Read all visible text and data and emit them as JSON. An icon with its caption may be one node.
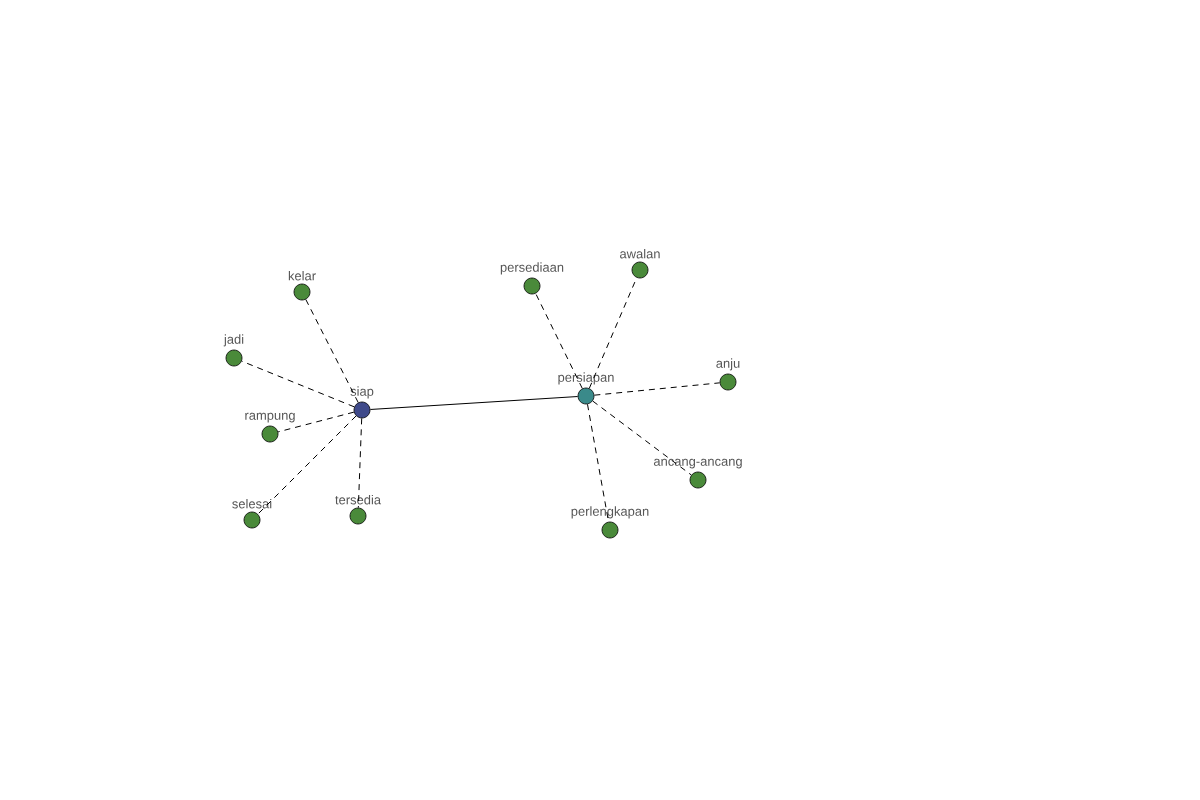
{
  "diagram": {
    "nodes": [
      {
        "text": [
          "siap"
        ]
      },
      {
        "text": [
          "kelar"
        ]
      },
      {
        "text": [
          "jadi"
        ]
      },
      {
        "text": [
          "rampung"
        ]
      },
      {
        "text": [
          "selesai"
        ]
      },
      {
        "text": [
          "tersedia"
        ]
      },
      {
        "text": [
          "persiapan"
        ]
      },
      {
        "text": [
          "persediaan"
        ]
      },
      {
        "text": [
          "awalan"
        ]
      },
      {
        "text": [
          "anju"
        ]
      },
      {
        "text": [
          "ancang-ancang"
        ]
      },
      {
        "text": [
          "perlengkapan"
        ]
      }
    ],
    "edges": [
      {
        "from": 0,
        "to": 6,
        "arrow": "none"
      },
      {
        "from": 0,
        "to": 1,
        "arrow": "none",
        "style": "dashed"
      },
      {
        "from": 0,
        "to": 2,
        "arrow": "none",
        "style": "dashed"
      },
      {
        "from": 0,
        "to": 3,
        "arrow": "none",
        "style": "dashed"
      },
      {
        "from": 0,
        "to": 4,
        "arrow": "none",
        "style": "dashed"
      },
      {
        "from": 0,
        "to": 5,
        "arrow": "none",
        "style": "dashed"
      },
      {
        "from": 6,
        "to": 7,
        "arrow": "none",
        "style": "dashed"
      },
      {
        "from": 6,
        "to": 8,
        "arrow": "none",
        "style": "dashed"
      },
      {
        "from": 6,
        "to": 9,
        "arrow": "none",
        "style": "dashed"
      },
      {
        "from": 6,
        "to": 10,
        "arrow": "none",
        "style": "dashed"
      },
      {
        "from": 6,
        "to": 11,
        "arrow": "none",
        "style": "dashed"
      }
    ]
  }
}
